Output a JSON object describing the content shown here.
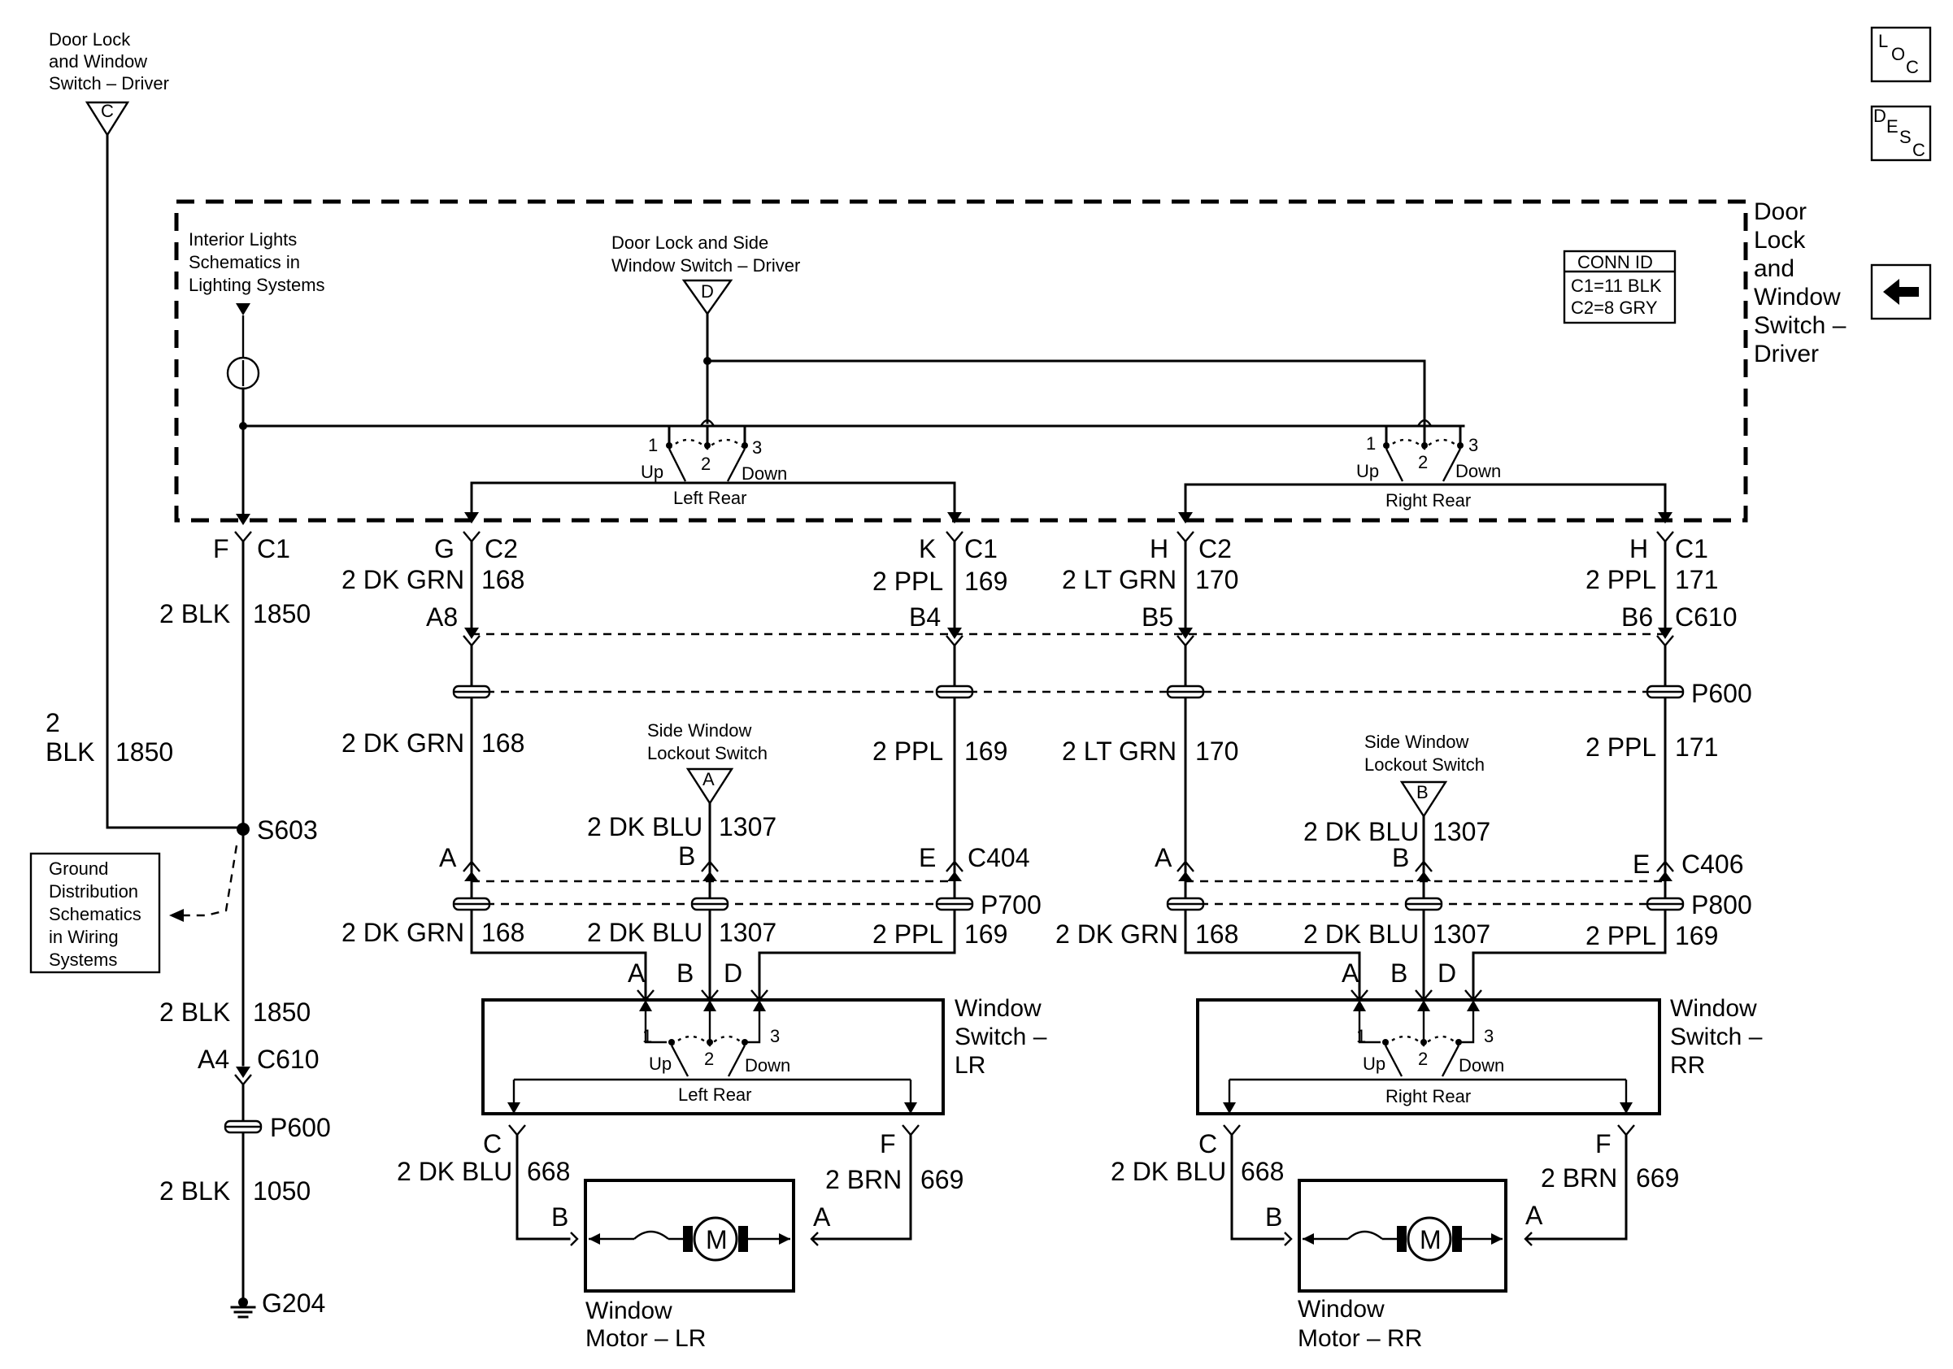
{
  "top_left": {
    "line1": "Door Lock",
    "line2": "and Window",
    "line3": "Switch – Driver",
    "conn": "C"
  },
  "icons": {
    "loc_l": "L",
    "loc_o": "O",
    "loc_c": "C",
    "desc_d": "D",
    "desc_e": "E",
    "desc_s": "S",
    "desc_c": "C",
    "back": "back-arrow-icon"
  },
  "module_title": {
    "line1": "Door",
    "line2": "Lock",
    "line3": "and",
    "line4": "Window",
    "line5": "Switch –",
    "line6": "Driver"
  },
  "interior_lights": {
    "line1": "Interior Lights",
    "line2": "Schematics in",
    "line3": "Lighting Systems"
  },
  "driver_switch": {
    "line1": "Door Lock and Side",
    "line2": "Window Switch – Driver",
    "conn": "D"
  },
  "conn_id": {
    "title": "CONN ID",
    "c1": "C1=11 BLK",
    "c2": "C2=8 GRY"
  },
  "left_rear_sw": {
    "p1": "1",
    "p2": "2",
    "p3": "3",
    "up": "Up",
    "down": "Down",
    "name": "Left Rear"
  },
  "right_rear_sw": {
    "p1": "1",
    "p2": "2",
    "p3": "3",
    "up": "Up",
    "down": "Down",
    "name": "Right Rear"
  },
  "pins_top": {
    "f": "F",
    "c1a": "C1",
    "g": "G",
    "c2a": "C2",
    "k": "K",
    "c1b": "C1",
    "h1": "H",
    "c2b": "C2",
    "h2": "H",
    "c1c": "C1"
  },
  "wires_top": {
    "blk_a": "2 BLK",
    "n1850a": "1850",
    "dkgrn_a": "2 DK GRN",
    "n168a": "168",
    "ppl_a": "2 PPL",
    "n169a": "169",
    "ltgrn_a": "2 LT GRN",
    "n170a": "170",
    "ppl_b": "2 PPL",
    "n171a": "171"
  },
  "c610_top": {
    "a8": "A8",
    "b4": "B4",
    "b5": "B5",
    "b6": "B6",
    "name": "C610"
  },
  "p600_top": "P600",
  "wires_mid": {
    "dkgrn": "2 DK GRN",
    "n168": "168",
    "ppl": "2 PPL",
    "n169": "169",
    "ltgrn": "2 LT GRN",
    "n170": "170",
    "ppl2": "2 PPL",
    "n171": "171"
  },
  "left_ground": {
    "blk": "2",
    "blk2": "BLK",
    "num": "1850",
    "splice": "S603"
  },
  "ground_dist": {
    "line1": "Ground",
    "line2": "Distribution",
    "line3": "Schematics",
    "line4": "in Wiring",
    "line5": "Systems"
  },
  "lockout_a": {
    "line1": "Side Window",
    "line2": "Lockout Switch",
    "conn": "A",
    "wire": "2 DK BLU",
    "num": "1307"
  },
  "lockout_b": {
    "line1": "Side Window",
    "line2": "Lockout Switch",
    "conn": "B",
    "wire": "2 DK BLU",
    "num": "1307"
  },
  "c404": {
    "a": "A",
    "b": "B",
    "e": "E",
    "name": "C404"
  },
  "c406": {
    "a": "A",
    "b": "B",
    "e": "E",
    "name": "C406"
  },
  "p700": "P700",
  "p800": "P800",
  "wires_lower": {
    "l_dkgrn": "2 DK GRN",
    "l_168": "168",
    "l_dkblu": "2 DK BLU",
    "l_1307": "1307",
    "l_ppl": "2 PPL",
    "l_169": "169",
    "r_dkgrn": "2 DK GRN",
    "r_168": "168",
    "r_dkblu": "2 DK BLU",
    "r_1307": "1307",
    "r_ppl": "2 PPL",
    "r_169": "169"
  },
  "lr_switch": {
    "a": "A",
    "b": "B",
    "d": "D",
    "title1": "Window",
    "title2": "Switch –",
    "title3": "LR",
    "p1": "1",
    "p2": "2",
    "p3": "3",
    "up": "Up",
    "down": "Down",
    "name": "Left Rear"
  },
  "rr_switch": {
    "a": "A",
    "b": "B",
    "d": "D",
    "title1": "Window",
    "title2": "Switch –",
    "title3": "RR",
    "p1": "1",
    "p2": "2",
    "p3": "3",
    "up": "Up",
    "down": "Down",
    "name": "Right Rear"
  },
  "lr_motor": {
    "c": "C",
    "dkblu": "2 DK BLU",
    "n668": "668",
    "f": "F",
    "brn": "2 BRN",
    "n669": "669",
    "b": "B",
    "a": "A",
    "m": "M",
    "title1": "Window",
    "title2": "Motor – LR"
  },
  "rr_motor": {
    "c": "C",
    "dkblu": "2 DK BLU",
    "n668": "668",
    "f": "F",
    "brn": "2 BRN",
    "n669": "669",
    "b": "B",
    "a": "A",
    "m": "M",
    "title1": "Window",
    "title2": "Motor – RR"
  },
  "ground_chain": {
    "blk1": "2 BLK",
    "n1850": "1850",
    "a4": "A4",
    "c610": "C610",
    "p600": "P600",
    "blk2": "2 BLK",
    "n1050": "1050",
    "g204": "G204"
  }
}
